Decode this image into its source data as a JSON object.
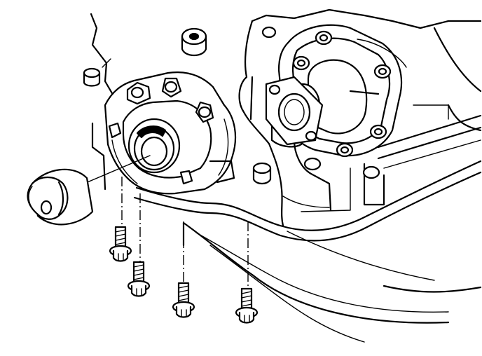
{
  "illustration": {
    "colors": {
      "ink": "#000000",
      "paper": "#ffffff"
    },
    "components": [
      "engine-block",
      "oil-pump-housing",
      "crankshaft-seal-bore",
      "seal-installer-tool",
      "oil-pan-gasket",
      "oil-pan",
      "mounting-bolt"
    ],
    "bolt_count": 4,
    "alignment_line_count": 4
  }
}
